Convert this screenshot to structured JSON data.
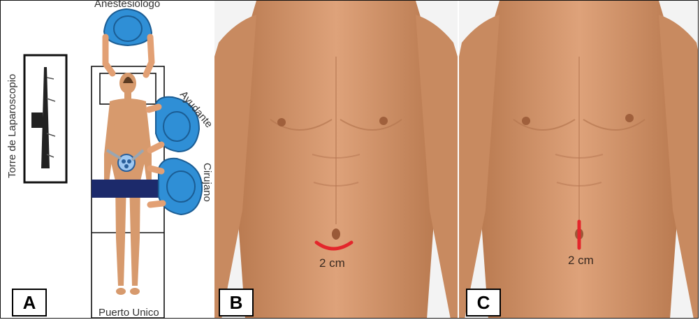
{
  "panels": {
    "a": {
      "letter": "A",
      "labels": {
        "anesthesiologist": "Anestesiologo",
        "tower": "Torre de Laparoscopio",
        "assistant": "Ayudante",
        "surgeon": "Cirujano",
        "port": "Puerto Unico"
      }
    },
    "b": {
      "letter": "B",
      "measurement": "2 cm",
      "incision_color": "#e3262b"
    },
    "c": {
      "letter": "C",
      "measurement": "2 cm",
      "incision_color": "#e3262b"
    }
  },
  "colors": {
    "skin": "#d79a6d",
    "staff_blue": "#2f8fd6",
    "drape": "#1c2a6b"
  }
}
